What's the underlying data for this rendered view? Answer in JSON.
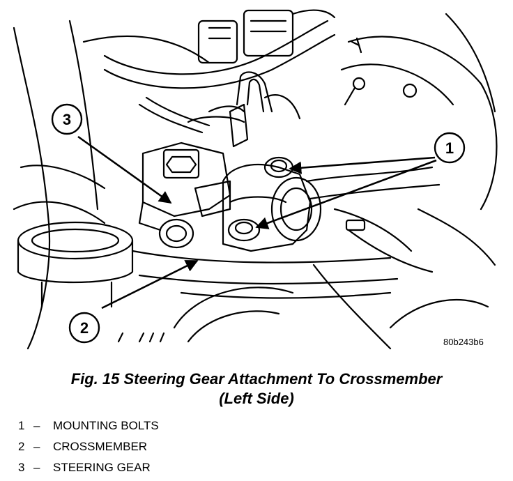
{
  "figure": {
    "ref_code": "80b243b6",
    "caption_line1": "Fig. 15 Steering Gear Attachment To Crossmember",
    "caption_line2": "(Left Side)"
  },
  "callouts": [
    {
      "number": "1"
    },
    {
      "number": "2"
    },
    {
      "number": "3"
    }
  ],
  "legend": [
    {
      "number": "1",
      "dash": "–",
      "label": "MOUNTING BOLTS"
    },
    {
      "number": "2",
      "dash": "–",
      "label": "CROSSMEMBER"
    },
    {
      "number": "3",
      "dash": "–",
      "label": "STEERING GEAR"
    }
  ]
}
